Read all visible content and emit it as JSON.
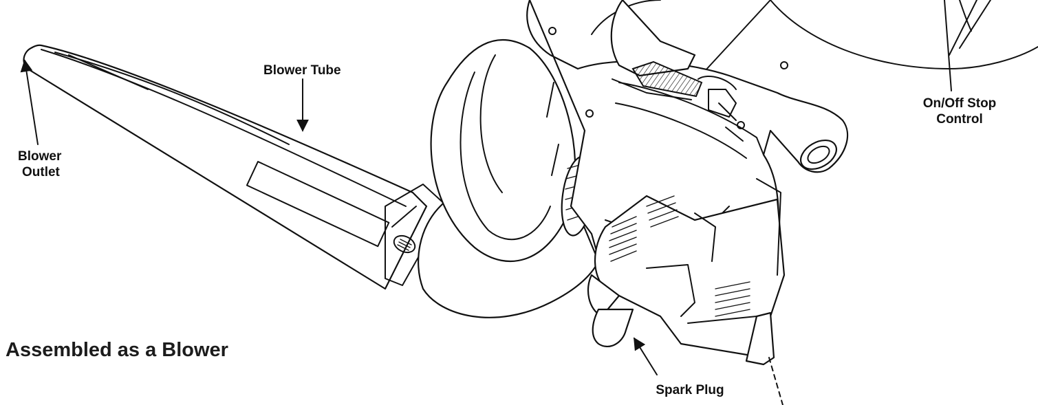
{
  "title": "Assembled as a Blower",
  "callouts": {
    "blower_tube": "Blower Tube",
    "blower_outlet_line1": "Blower",
    "blower_outlet_line2": "Outlet",
    "on_off_line1": "On/Off Stop",
    "on_off_line2": "Control",
    "spark_plug": "Spark Plug"
  },
  "colors": {
    "ink": "#111111",
    "background": "#ffffff"
  }
}
